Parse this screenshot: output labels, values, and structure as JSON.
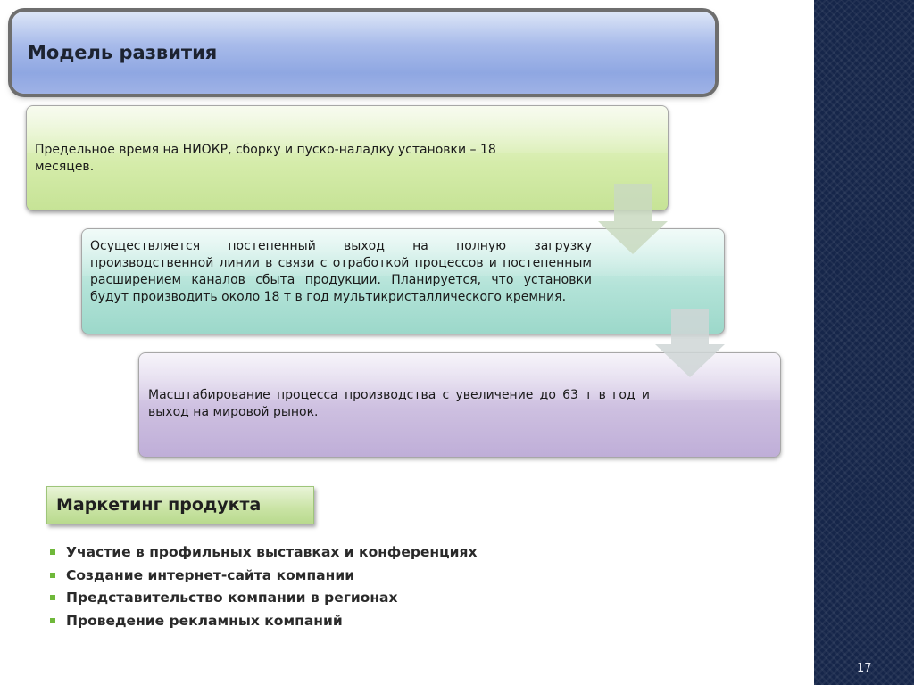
{
  "slide": {
    "title": "Модель развития",
    "number": "17"
  },
  "steps": [
    {
      "text": "Предельное время на НИОКР, сборку и пуско-наладку установки – 18 месяцев."
    },
    {
      "text": "Осуществляется постепенный выход на полную загрузку производственной линии в связи с отработкой процессов и постепенным расширением каналов сбыта продукции. Планируется, что установки будут производить около 18 т в год мультикристаллического кремния."
    },
    {
      "text": "Масштабирование процесса производства с увеличение до 63 т в год и выход на мировой рынок."
    }
  ],
  "marketing": {
    "heading": "Маркетинг продукта",
    "items": [
      "Участие в профильных выставках и конференциях",
      "Создание интернет-сайта компании",
      "Представительство компании в регионах",
      "Проведение рекламных компаний"
    ]
  },
  "colors": {
    "bullet": "#6fb83a",
    "band": "#16264a"
  }
}
